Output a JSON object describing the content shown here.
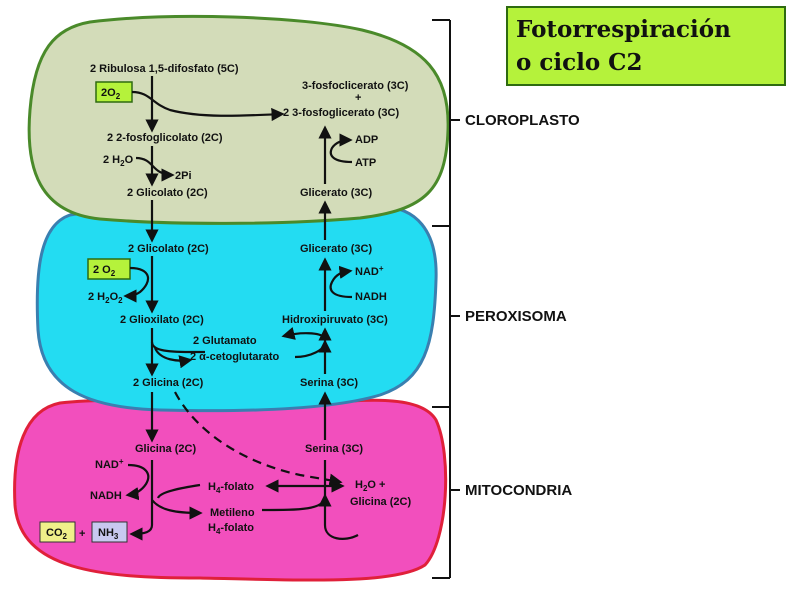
{
  "title": {
    "line1": "Fotorrespiración",
    "line2": "o ciclo C2",
    "bg_color": "#b5f23b",
    "border_color": "#2e6b10"
  },
  "compartments": {
    "chloroplast": {
      "label": "CLOROPLASTO",
      "fill": "#d3dcb9",
      "stroke": "#4a8a2a"
    },
    "peroxisome": {
      "label": "PEROXISOMA",
      "fill": "#23dcf2",
      "stroke": "#3a7fb0"
    },
    "mitochondria": {
      "label": "MITOCONDRIA",
      "fill": "#f24fbd",
      "stroke": "#e0203a"
    }
  },
  "chloroplast": {
    "rubp": "2 Ribulosa 1,5-difosfato (5C)",
    "o2_box": "2O",
    "o2_sub": "2",
    "pga_top": "3-fosfoclicerato (3C)",
    "plus": "+",
    "pga_bottom": "2 3-fosfoglicerato (3C)",
    "phosphoglycolate": "2 2-fosfoglicolato (2C)",
    "h2o": "2 H",
    "h2o_sub": "2",
    "h2o_end": "O",
    "pi": "2Pi",
    "glycolate": "2 Glicolato (2C)",
    "adp": "ADP",
    "atp": "ATP",
    "glycerate": "Glicerato (3C)"
  },
  "peroxisome": {
    "glycolate": "2 Glicolato (2C)",
    "o2_box": "2 O",
    "o2_sub": "2",
    "h2o2": "2 H",
    "h2o2_sub": "2",
    "h2o2_end": "O",
    "h2o2_sub2": "2",
    "glyoxylate": "2 Glioxilato (2C)",
    "glutamate": "2 Glutamato",
    "ketoglutarate": "2 α-cetoglutarato",
    "glycine": "2 Glicina (2C)",
    "glycerate": "Glicerato (3C)",
    "nad": "NAD",
    "nad_sup": "+",
    "nadh": "NADH",
    "hydroxypyruvate": "Hidroxipiruvato (3C)",
    "serine": "Serina (3C)"
  },
  "mitochondria": {
    "glycine": "Glicina (2C)",
    "nad": "NAD",
    "nad_sup": "+",
    "nadh": "NADH",
    "h4folate": "H",
    "h4folate_sub": "4",
    "h4folate_end": "-folato",
    "methylene": "Metileno",
    "methylene_h4": "H",
    "methylene_sub": "4",
    "methylene_end": "-folato",
    "serine": "Serina (3C)",
    "h2o": "H",
    "h2o_sub": "2",
    "h2o_end": "O +",
    "glycine2": "Glicina (2C)",
    "co2": "CO",
    "co2_sub": "2",
    "plus": "+",
    "nh3": "NH",
    "nh3_sub": "3"
  }
}
